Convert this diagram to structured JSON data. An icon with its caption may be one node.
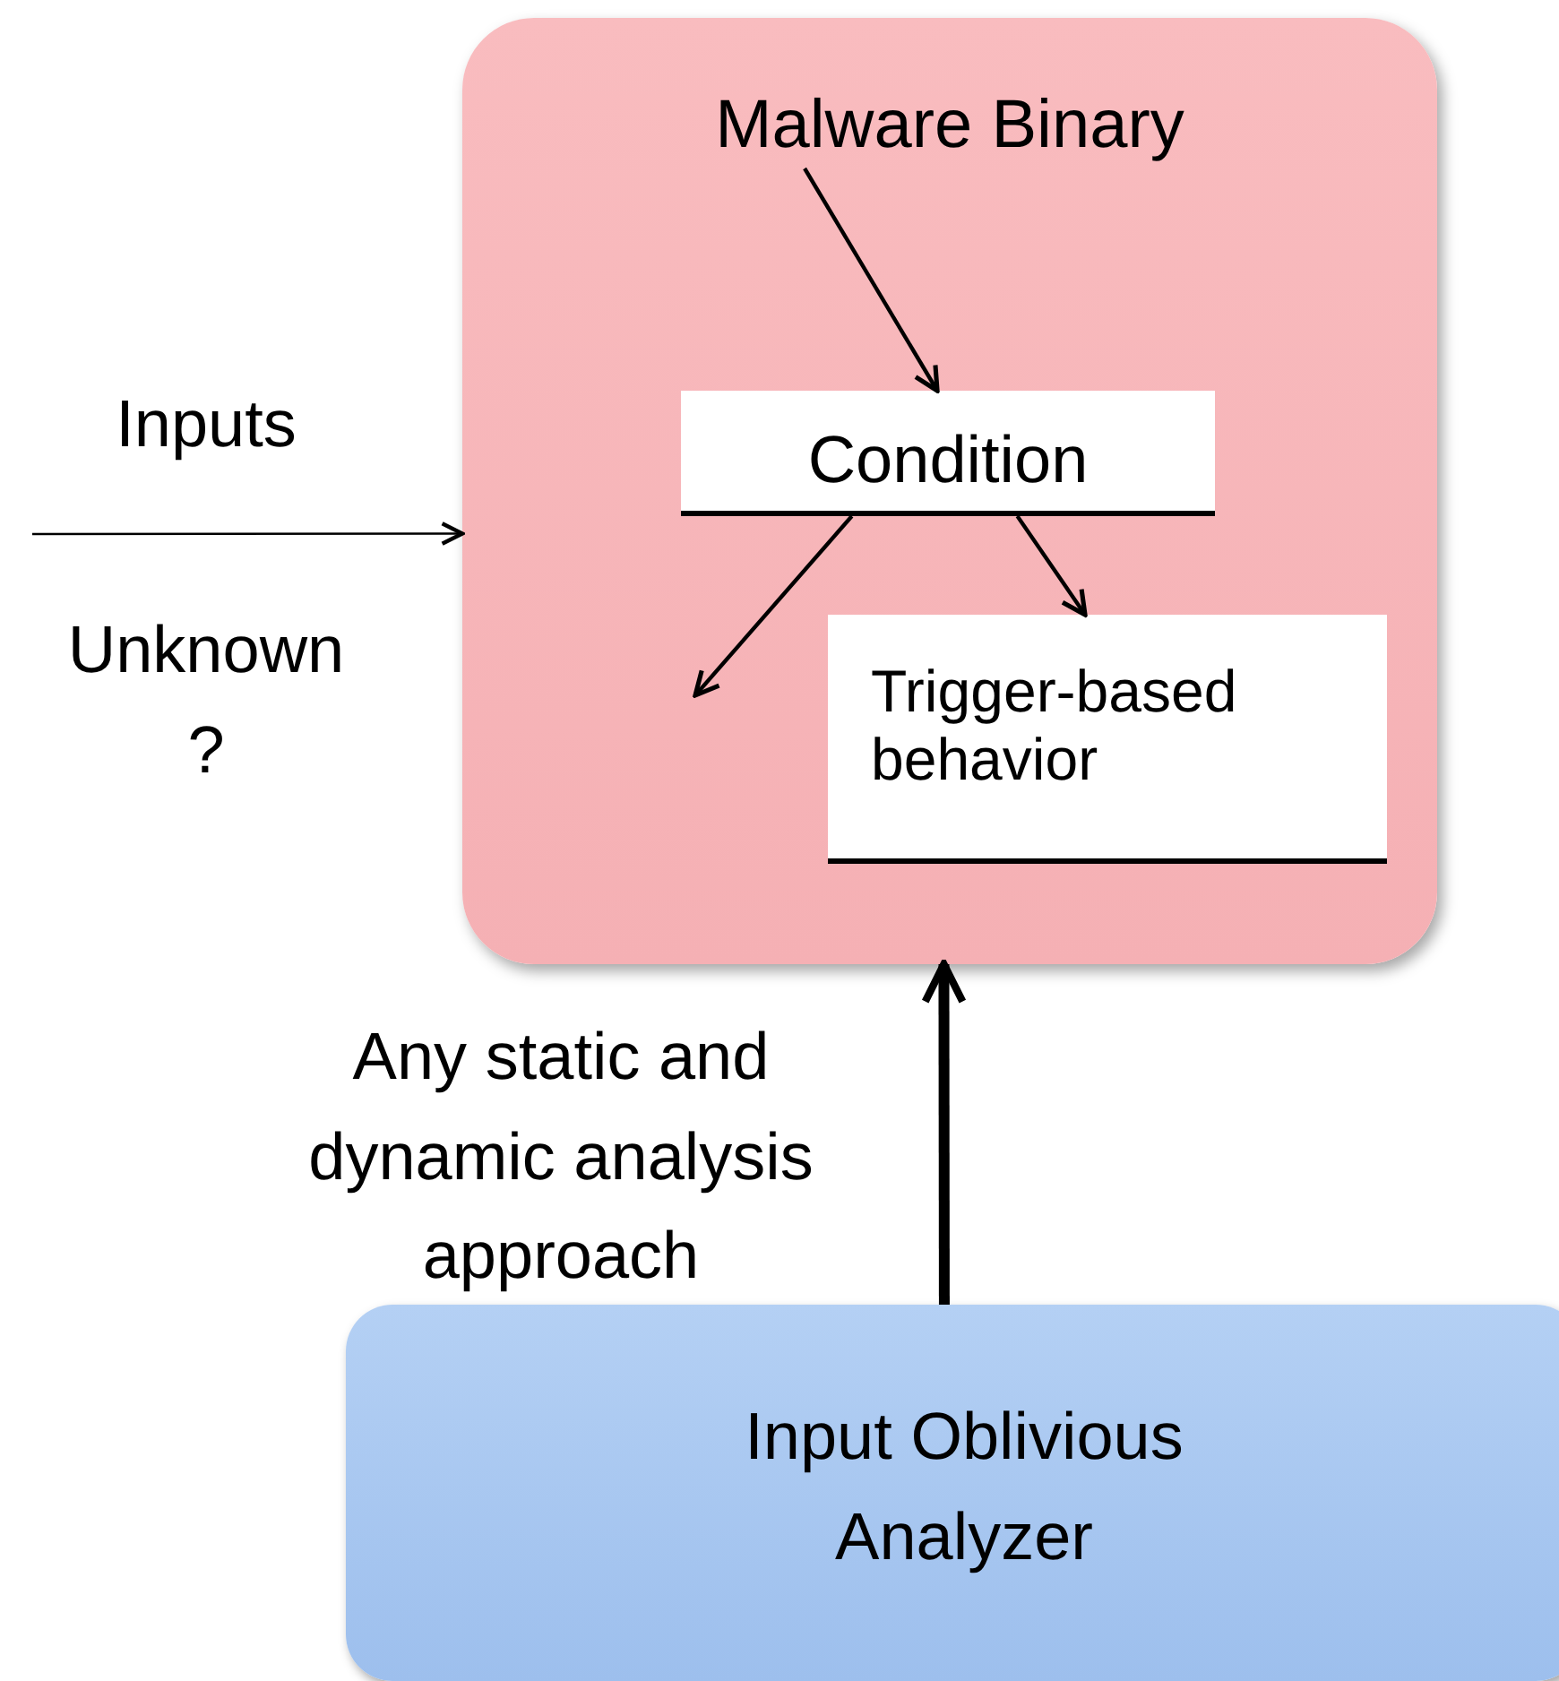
{
  "diagram": {
    "nodes": [
      {
        "text": [],
        "shape": "box"
      },
      {
        "text": [
          "Malware Binary"
        ],
        "in": 0
      },
      {
        "text": [
          "Condition"
        ],
        "in": 0
      },
      {
        "text": [
          "Trigger-based behavior"
        ],
        "in": 0
      },
      {
        "text": [
          "Input Oblivious Analyzer"
        ]
      }
    ],
    "edges": [
      {
        "from": 1,
        "to": 2,
        "arrow": "to"
      },
      {
        "from": 2,
        "to": null,
        "arrow": "to"
      },
      {
        "from": 2,
        "to": 3,
        "arrow": "to"
      },
      {
        "from": null,
        "to": 0,
        "arrow": "to"
      },
      {
        "from": 4,
        "to": 0,
        "arrow": "to",
        "style": "thick",
        "label": "Any static and dynamic analysis approach"
      }
    ],
    "labels": [
      "Inputs",
      "Unknown ?"
    ]
  }
}
